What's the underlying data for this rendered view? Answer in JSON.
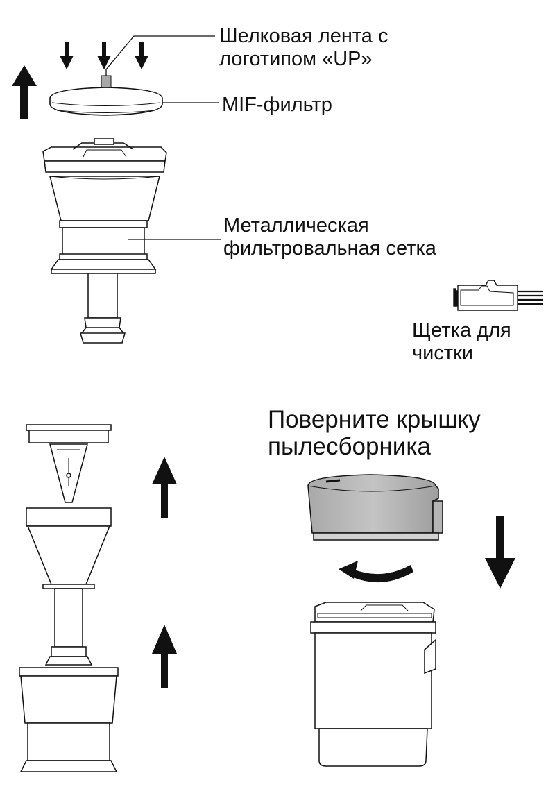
{
  "labels": {
    "silk_ribbon": {
      "line1": "Шелковая лента с",
      "line2": "логотипом «UP»"
    },
    "mif_filter": "MIF-фильтр",
    "metal_mesh": {
      "line1": "Металлическая",
      "line2": "фильтровальная сетка"
    },
    "brush": {
      "line1": "Щетка для",
      "line2": "чистки"
    },
    "instruction": {
      "line1": "Поверните крышку",
      "line2": "пылесборника"
    }
  },
  "colors": {
    "line": "#111111",
    "lid_fill": "#b9b9b9",
    "lid_top": "#cfcfcf",
    "ribbon": "#a8a8a8"
  },
  "icons": [
    "arrow-down-icon",
    "arrow-up-icon",
    "rotate-arrow-icon",
    "cleaning-brush-icon"
  ]
}
